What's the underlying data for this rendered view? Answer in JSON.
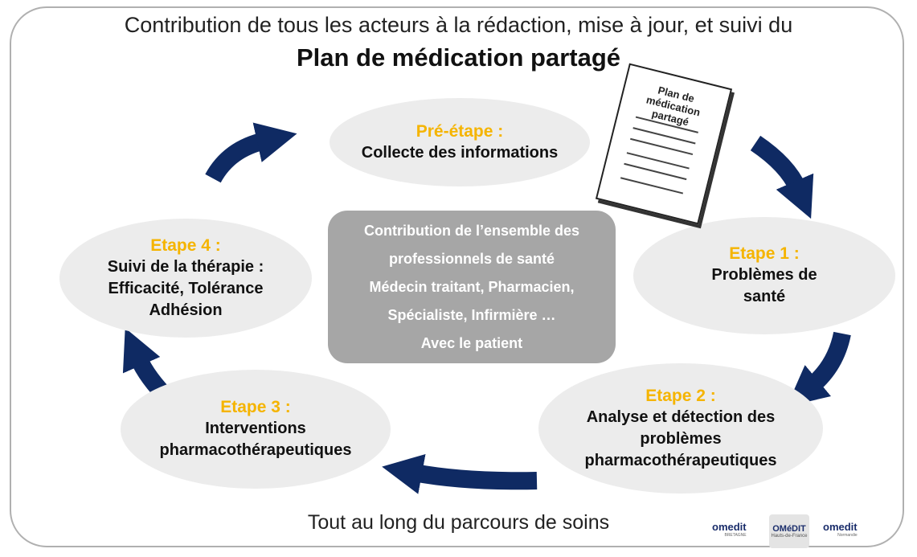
{
  "title": {
    "line1": "Contribution de tous les acteurs à la rédaction, mise à jour, et suivi du",
    "line2": "Plan de médication partagé"
  },
  "document_icon": {
    "title_line1": "Plan de médication",
    "title_line2": "partagé"
  },
  "steps": [
    {
      "heading": "Pré-étape :",
      "lines": [
        "Collecte des informations"
      ]
    },
    {
      "heading": "Etape 1 :",
      "lines": [
        "Problèmes de",
        "santé"
      ]
    },
    {
      "heading": "Etape 2 :",
      "lines": [
        "Analyse et détection des",
        "problèmes",
        "pharmacothérapeutiques"
      ]
    },
    {
      "heading": "Etape 3 :",
      "lines": [
        "Interventions",
        "pharmacothérapeutiques"
      ]
    },
    {
      "heading": "Etape 4 :",
      "lines": [
        "Suivi de la thérapie :",
        "Efficacité, Tolérance",
        "Adhésion"
      ]
    }
  ],
  "center": {
    "lines": [
      "Contribution de l’ensemble des",
      "professionnels de santé",
      "Médecin traitant, Pharmacien,",
      "Spécialiste, Infirmière …",
      "Avec le patient"
    ]
  },
  "footer": "Tout au long du parcours de soins",
  "logos": {
    "left": "omedit",
    "left_sub": "BRETAGNE",
    "middle": "OMéDIT",
    "middle_sub": "Hauts-de-France",
    "right": "omedit",
    "right_sub": "Normandie"
  },
  "colors": {
    "accent": "#f5b400",
    "arrow": "#0f2a63",
    "ellipse": "#ececec",
    "center_box": "#a6a6a6"
  }
}
